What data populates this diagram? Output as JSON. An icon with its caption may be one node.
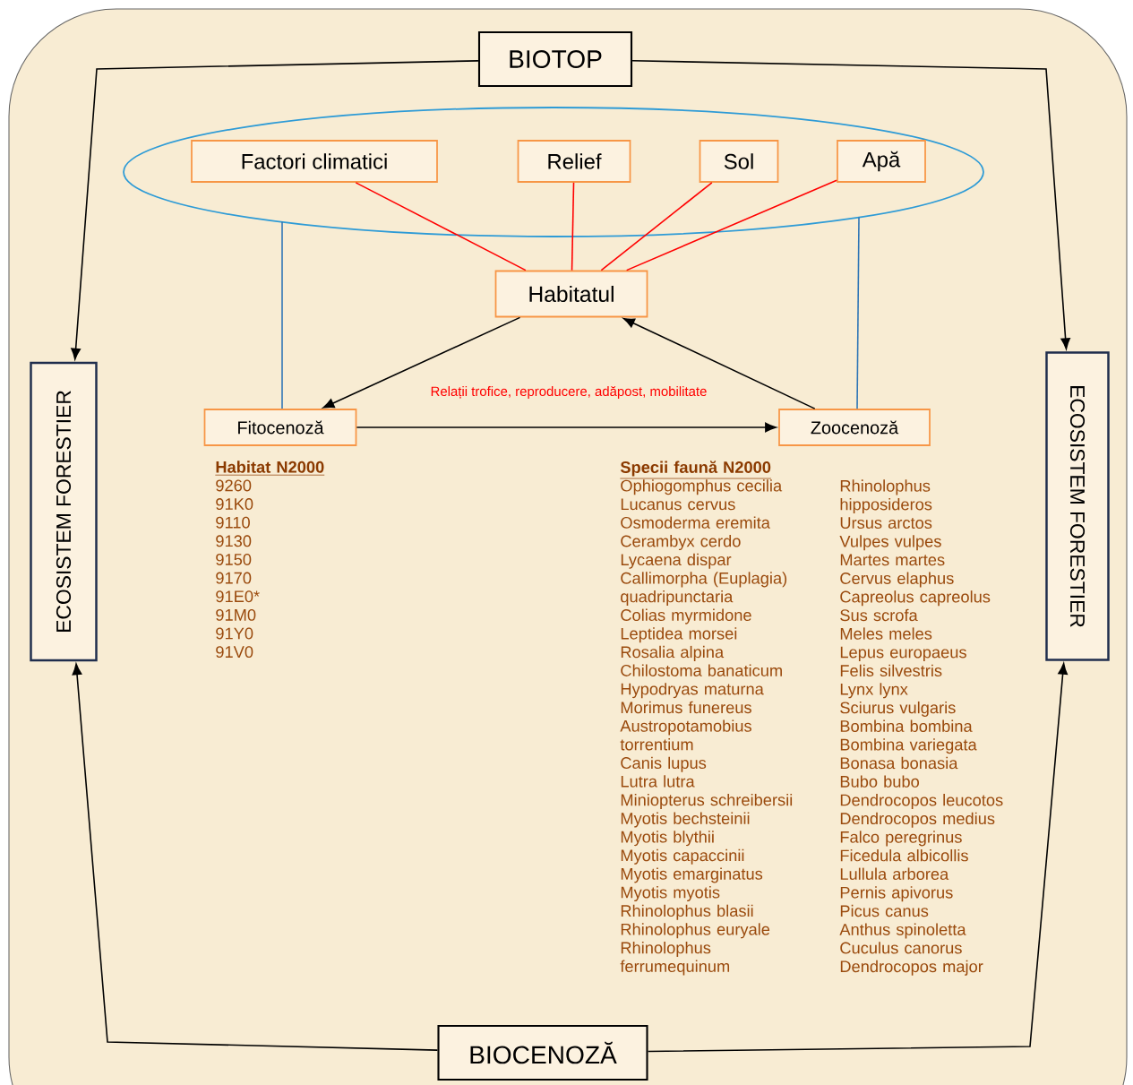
{
  "diagram": {
    "nodes": [
      {
        "text": [
          "BIOTOP"
        ]
      },
      {
        "text": [],
        "shape": "ellipse"
      },
      {
        "text": [
          "Factori climatici"
        ],
        "in": 1
      },
      {
        "text": [
          "Relief"
        ],
        "in": 1
      },
      {
        "text": [
          "Sol"
        ],
        "in": 1
      },
      {
        "text": [
          "Apă"
        ],
        "in": 1
      },
      {
        "text": [
          "Habitatul"
        ]
      },
      {
        "text": [
          "Fitocenoză"
        ]
      },
      {
        "text": [
          "Zoocenoză"
        ]
      },
      {
        "text": [
          "ECOSISTEM FORESTIER"
        ]
      },
      {
        "text": [
          "ECOSISTEM FORESTIER"
        ]
      },
      {
        "text": [
          "BIOCENOZĂ"
        ]
      }
    ],
    "edges": [
      {
        "from": 0,
        "to": 9,
        "arrow": "to"
      },
      {
        "from": 0,
        "to": 10,
        "arrow": "to"
      },
      {
        "from": 11,
        "to": 9,
        "arrow": "to"
      },
      {
        "from": 11,
        "to": 10,
        "arrow": "to"
      },
      {
        "from": 2,
        "to": 6,
        "arrow": "none",
        "color": "#ff0000"
      },
      {
        "from": 3,
        "to": 6,
        "arrow": "none",
        "color": "#ff0000"
      },
      {
        "from": 4,
        "to": 6,
        "arrow": "none",
        "color": "#ff0000"
      },
      {
        "from": 5,
        "to": 6,
        "arrow": "none",
        "color": "#ff0000"
      },
      {
        "from": 6,
        "to": 7,
        "arrow": "to"
      },
      {
        "from": 8,
        "to": 6,
        "arrow": "to"
      },
      {
        "from": 7,
        "to": 8,
        "arrow": "to",
        "label": "Relații trofice, reproducere, adăpost, mobilitate"
      },
      {
        "from": 1,
        "to": 7,
        "arrow": "none",
        "color": "#2e75b6"
      },
      {
        "from": 1,
        "to": 8,
        "arrow": "none",
        "color": "#2e75b6"
      }
    ],
    "labels": [
      "Habitat N2000",
      "9260",
      "91K0",
      "9110",
      "9130",
      "9150",
      "9170",
      "91E0*",
      "91M0",
      "91Y0",
      "91V0",
      "Specii faună N2000",
      "Ophiogomphus cecilia",
      "Lucanus cervus",
      "Osmoderma eremita",
      "Cerambyx cerdo",
      "Lycaena dispar",
      "Callimorpha (Euplagia) quadripunctaria",
      "Colias myrmidone",
      "Leptidea morsei",
      "Rosalia alpina",
      "Chilostoma banaticum",
      "Hypodryas maturna",
      "Morimus funereus",
      "Austropotamobius torrentium",
      "Canis lupus",
      "Lutra lutra",
      "Miniopterus schreibersii",
      "Myotis bechsteinii",
      "Myotis blythii",
      "Myotis capaccinii",
      "Myotis emarginatus",
      "Myotis myotis",
      "Rhinolophus blasii",
      "Rhinolophus euryale",
      "Rhinolophus ferrumequinum",
      "Rhinolophus hipposideros",
      "Ursus arctos",
      "Vulpes vulpes",
      "Martes martes",
      "Cervus elaphus",
      "Capreolus capreolus",
      "Sus scrofa",
      "Meles meles",
      "Lepus europaeus",
      "Felis silvestris",
      "Lynx lynx",
      "Sciurus vulgaris",
      "Bombina bombina",
      "Bombina variegata",
      "Bonasa bonasia",
      "Bubo bubo",
      "Dendrocopos leucotos",
      "Dendrocopos medius",
      "Falco peregrinus",
      "Ficedula albicollis",
      "Lullula arborea",
      "Pernis apivorus",
      "Picus canus",
      "Anthus spinoletta",
      "Cuculus canorus",
      "Dendrocopos major"
    ]
  }
}
